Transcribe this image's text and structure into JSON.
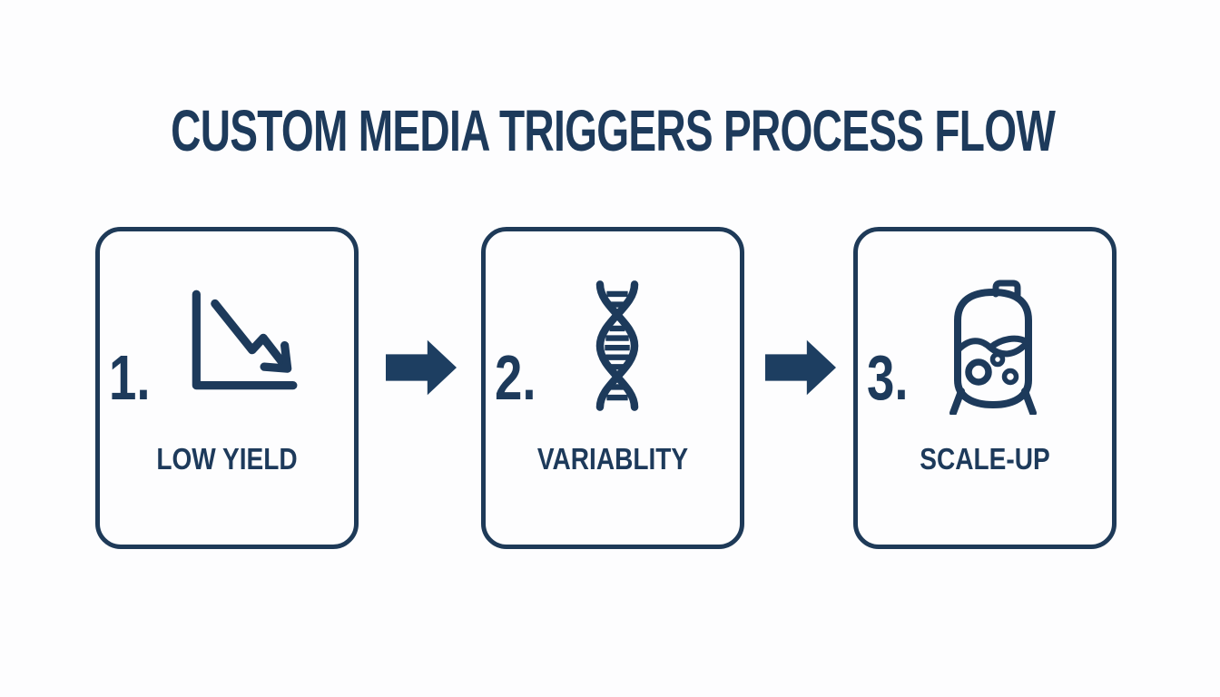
{
  "page": {
    "background_color": "#fdfdfe",
    "accent_color": "#1d3a5b",
    "title": "CUSTOM MEDIA TRIGGERS PROCESS FLOW"
  },
  "steps": [
    {
      "number": "1.",
      "label": "LOW YIELD",
      "icon": "declining-line-chart-icon"
    },
    {
      "number": "2.",
      "label": "VARIABLITY",
      "icon": "dna-helix-icon"
    },
    {
      "number": "3.",
      "label": "SCALE-UP",
      "icon": "bioreactor-tank-icon"
    }
  ],
  "connectors": [
    {
      "icon": "right-arrow-icon"
    },
    {
      "icon": "right-arrow-icon"
    }
  ]
}
